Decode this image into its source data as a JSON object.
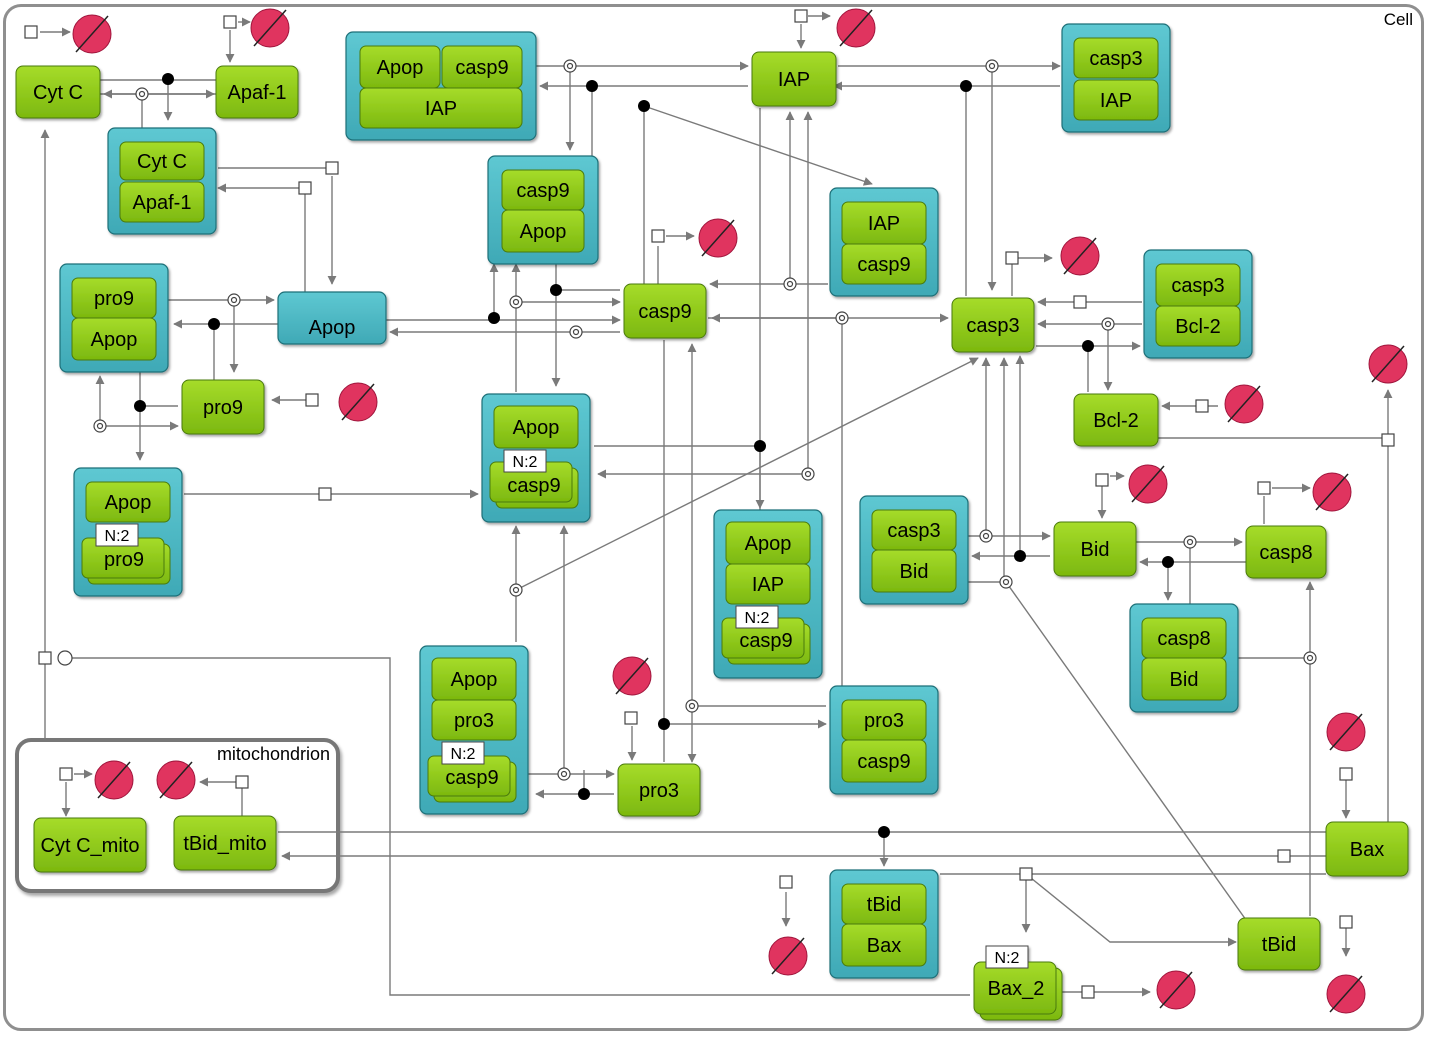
{
  "compartments": {
    "cell": "Cell",
    "mitochondrion": "mitochondrion"
  },
  "colors": {
    "species": "#8ecb1e",
    "complex": "#4db8c4",
    "degradation": "#e0345f",
    "arc": "#7a7a7a"
  },
  "multimer_label": "N:2",
  "species": {
    "cytc": "Cyt C",
    "apaf1": "Apaf-1",
    "iap": "IAP",
    "apop": "Apop",
    "pro9": "pro9",
    "casp9": "casp9",
    "casp3": "casp3",
    "bcl2": "Bcl-2",
    "bid": "Bid",
    "casp8": "casp8",
    "pro3": "pro3",
    "bax": "Bax",
    "tbid": "tBid",
    "bax2": "Bax_2",
    "cytc_mito": "Cyt C_mito",
    "tbid_mito": "tBid_mito"
  },
  "complexes": {
    "cytc_apaf1": [
      "Cyt C",
      "Apaf-1"
    ],
    "apop_casp9_iap": [
      "Apop",
      "casp9",
      "IAP"
    ],
    "casp3_iap": [
      "casp3",
      "IAP"
    ],
    "casp9_apop": [
      "casp9",
      "Apop"
    ],
    "iap_casp9": [
      "IAP",
      "casp9"
    ],
    "pro9_apop": [
      "pro9",
      "Apop"
    ],
    "casp3_bcl2": [
      "casp3",
      "Bcl-2"
    ],
    "apop_casp9x2": [
      "Apop",
      "casp9"
    ],
    "apop_pro9x2": [
      "Apop",
      "pro9"
    ],
    "apop_iap_casp9x2": [
      "Apop",
      "IAP",
      "casp9"
    ],
    "casp3_bid": [
      "casp3",
      "Bid"
    ],
    "casp8_bid": [
      "casp8",
      "Bid"
    ],
    "apop_pro3_casp9x2": [
      "Apop",
      "pro3",
      "casp9"
    ],
    "pro3_casp9": [
      "pro3",
      "casp9"
    ],
    "tbid_bax": [
      "tBid",
      "Bax"
    ]
  }
}
